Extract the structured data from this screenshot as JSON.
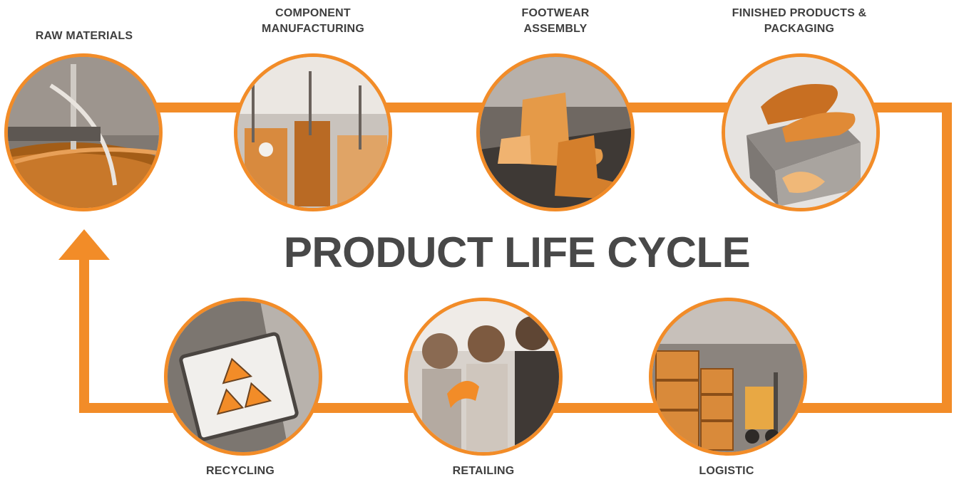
{
  "title": "PRODUCT LIFE CYCLE",
  "colors": {
    "accent": "#f28c28",
    "text": "#3f3f3f"
  },
  "stages": [
    {
      "id": "raw-materials",
      "label": "RAW MATERIALS"
    },
    {
      "id": "component-manufacturing",
      "label_line1": "COMPONENT",
      "label_line2": "MANUFACTURING"
    },
    {
      "id": "footwear-assembly",
      "label_line1": "FOOTWEAR",
      "label_line2": "ASSEMBLY"
    },
    {
      "id": "finished-products",
      "label_line1": "FINISHED PRODUCTS &",
      "label_line2": "PACKAGING"
    },
    {
      "id": "logistic",
      "label": "LOGISTIC"
    },
    {
      "id": "retailing",
      "label": "RETAILING"
    },
    {
      "id": "recycling",
      "label": "RECYCLING"
    }
  ]
}
